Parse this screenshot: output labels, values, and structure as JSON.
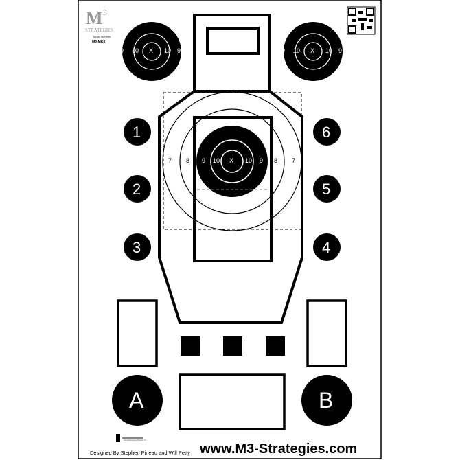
{
  "logo": {
    "brand": "M3 Strategies",
    "subtitle": "Target Number",
    "model": "M3-MK3"
  },
  "corner_target_labels": [
    "9",
    "10",
    "X",
    "10",
    "9"
  ],
  "center_target_labels": [
    "7",
    "8",
    "9",
    "10",
    "X",
    "10",
    "9",
    "8",
    "7"
  ],
  "numbered_circles": [
    "1",
    "2",
    "3",
    "6",
    "5",
    "4"
  ],
  "letter_circles": [
    "A",
    "B"
  ],
  "footer": {
    "designer_credit": "Designed By Stephen Pineau and Will Petty",
    "partner_logo": "Law Enforcement Targets, Inc.",
    "website": "www.M3-Strategies.com"
  },
  "colors": {
    "ink": "#000000",
    "paper": "#ffffff"
  }
}
